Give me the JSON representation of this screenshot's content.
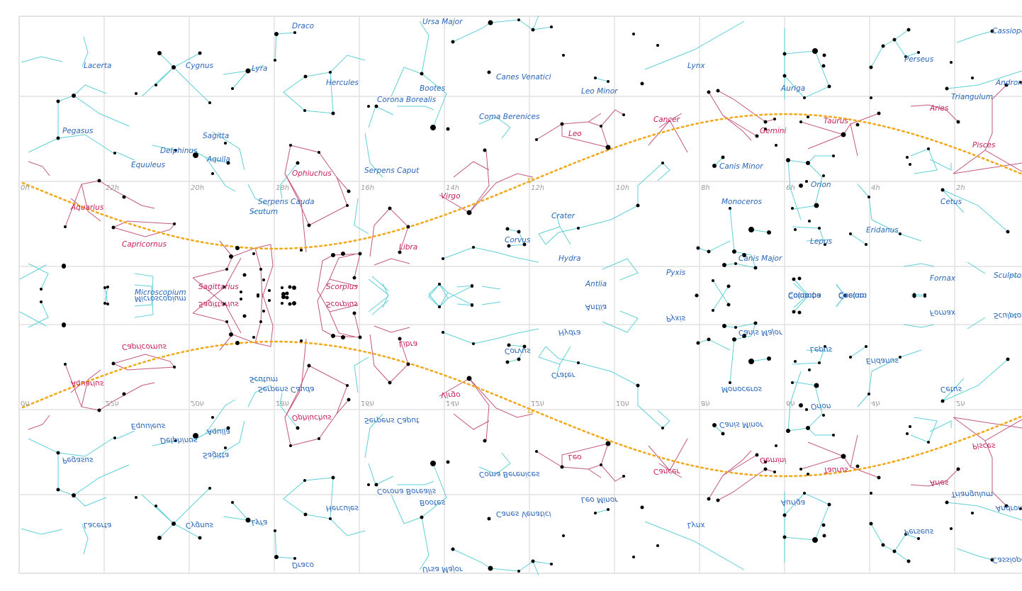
{
  "map": {
    "colors": {
      "background": "#ffffff",
      "grid": "#e2e2e2",
      "zodiac": "#c41e5a",
      "constellation": "#2a66b8",
      "lines_blue": "#5ed0d8",
      "lines_red": "#c2587a",
      "ecliptic": "#f2a81c"
    },
    "ra_labels": [
      "0h",
      "22h",
      "20h",
      "18h",
      "16h",
      "14h",
      "12h",
      "10h",
      "8h",
      "6h",
      "4h",
      "2h"
    ],
    "zodiac": [
      "Aquarius",
      "Capricornus",
      "Sagittarius",
      "Scorpius",
      "Libra",
      "Virgo",
      "Leo",
      "Cancer",
      "Gemini",
      "Taurus",
      "Aries",
      "Pisces",
      "Ophiuchus"
    ],
    "constellations": [
      "Lacerta",
      "Cygnus",
      "Lyra",
      "Draco",
      "Hercules",
      "Ursa Major",
      "Canes Venatici",
      "Bootes",
      "Corona Borealis",
      "Coma Berenices",
      "Leo  Minor",
      "Lynx",
      "Auriga",
      "Perseus",
      "Cassiope",
      "Androm",
      "Triangulum",
      "Pegasus",
      "Sagitta",
      "Delphinus",
      "Equuleus",
      "Aquila",
      "Serpens Caput",
      "Serpens Cauda",
      "Scutum",
      "Canis Minor",
      "Orion",
      "Monoceros",
      "Crater",
      "Corvus",
      "Hydra",
      "Lepus",
      "Eridanus",
      "Cetus",
      "Canis Major",
      "Antlia",
      "Pyxis",
      "Columba",
      "Caelum",
      "Fornax",
      "Sculptor",
      "Microscopium"
    ]
  }
}
